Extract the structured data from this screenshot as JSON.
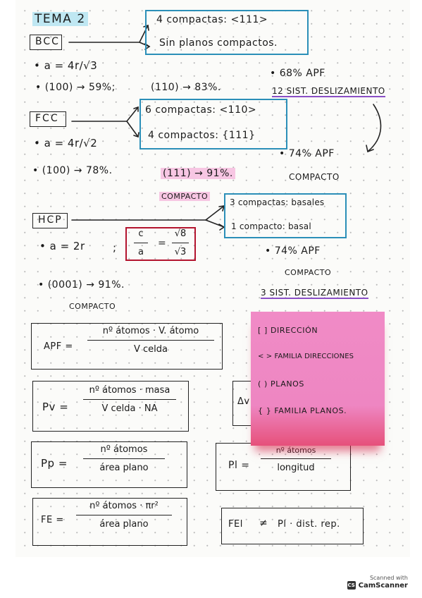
{
  "title": "TEMA 2",
  "bcc": {
    "label": "BCC",
    "box_line1": "4 compactas: <111>",
    "box_line2": "Sin planos compactos.",
    "a": "• a = 4r/√3",
    "l100": "• (100) → 59%;",
    "l110": "(110) → 83%.",
    "apf": "• 68% APF",
    "slip": "12 SIST. DESLIZAMIENTO"
  },
  "fcc": {
    "label": "FCC",
    "box_line1": "6 compactas: <110>",
    "box_line2": "4 compactos: {111}",
    "a": "• a = 4r/√2",
    "l100": "• (100) → 78%.",
    "l111": "(111) → 91%.",
    "compacto": "COMPACTO",
    "apf": "• 74% APF",
    "compacto2": "COMPACTO"
  },
  "hcp": {
    "label": "HCP",
    "box_line1": "3 compactas: basales",
    "box_line2": "1 compacto: basal",
    "a": "• a = 2r",
    "semicolon": ";",
    "ca_num": "c",
    "ca_den": "a",
    "eq": "=",
    "sq_num": "√8",
    "sq_den": "√3",
    "l0001": "• (0001) → 91%.",
    "compacto": "COMPACTO",
    "apf": "• 74% APF",
    "compacto2": "COMPACTO",
    "slip": "3 SIST. DESLIZAMIENTO"
  },
  "formulas": {
    "apf_label": "APF  =",
    "apf_num": "nº átomos · V. átomo",
    "apf_den": "V celda",
    "pv_label": "Pv  =",
    "pv_num": "nº átomos · masa",
    "pv_den": "V celda · NA",
    "pp_label": "Pp  =",
    "pp_num": "nº átomos",
    "pp_den": "área plano",
    "fe_label": "FE =",
    "fe_num": "nº átomos · πr²",
    "fe_den": "área plano",
    "pl_label": "Pl =",
    "pl_num": "nº átomos",
    "pl_den": "longitud",
    "fel_label": "FEl",
    "fel_rhs": "Pl · dist. rep.",
    "hidden_fragment": "Δv"
  },
  "sticky": {
    "row1": "[ ] DIRECCIÓN",
    "row2": "< > FAMILIA DIRECCIONES",
    "row3": "( ) PLANOS",
    "row4": "{ } FAMILIA PLANOS."
  },
  "footer": {
    "scanned": "Scanned with",
    "brand": "CamScanner",
    "logo": "CS"
  }
}
